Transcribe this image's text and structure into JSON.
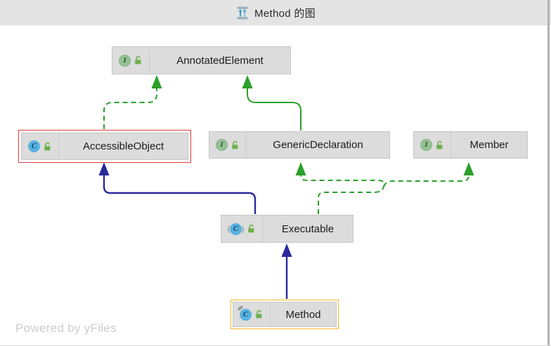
{
  "title": {
    "text": "Method 的图",
    "icon": "diagram-icon"
  },
  "watermark": "Powered by yFiles",
  "icons": {
    "interface_letter": "I",
    "class_letter": "C"
  },
  "nodes": [
    {
      "id": "annotated-element",
      "label": "AnnotatedElement",
      "kind": "interface",
      "visibility": "public",
      "selection": "none"
    },
    {
      "id": "accessible-object",
      "label": "AccessibleObject",
      "kind": "class",
      "visibility": "public",
      "selection": "red"
    },
    {
      "id": "generic-declaration",
      "label": "GenericDeclaration",
      "kind": "interface",
      "visibility": "public",
      "selection": "none"
    },
    {
      "id": "member",
      "label": "Member",
      "kind": "interface",
      "visibility": "public",
      "selection": "none"
    },
    {
      "id": "executable",
      "label": "Executable",
      "kind": "abstract-class",
      "visibility": "public",
      "selection": "none"
    },
    {
      "id": "method",
      "label": "Method",
      "kind": "final-class",
      "visibility": "public",
      "selection": "yellow"
    }
  ],
  "edges": [
    {
      "from": "AccessibleObject",
      "to": "AnnotatedElement",
      "type": "implements",
      "style": "green-dashed"
    },
    {
      "from": "GenericDeclaration",
      "to": "AnnotatedElement",
      "type": "extends",
      "style": "green-solid"
    },
    {
      "from": "Executable",
      "to": "AccessibleObject",
      "type": "extends",
      "style": "blue-solid"
    },
    {
      "from": "Executable",
      "to": "GenericDeclaration",
      "type": "implements",
      "style": "green-dashed"
    },
    {
      "from": "Executable",
      "to": "Member",
      "type": "implements",
      "style": "green-dashed"
    },
    {
      "from": "Method",
      "to": "Executable",
      "type": "extends",
      "style": "blue-solid"
    }
  ],
  "colors": {
    "titlebar_bg": "#e4e4e4",
    "node_bg": "#dcdcdc",
    "edge_green": "#2aa12a",
    "edge_blue": "#2a2a9e",
    "selection_red": "#e23b3b",
    "selection_yellow": "#f2b824",
    "interface_icon": "#94c194",
    "class_icon": "#56b2e2",
    "lock_green": "#6fb04a"
  }
}
